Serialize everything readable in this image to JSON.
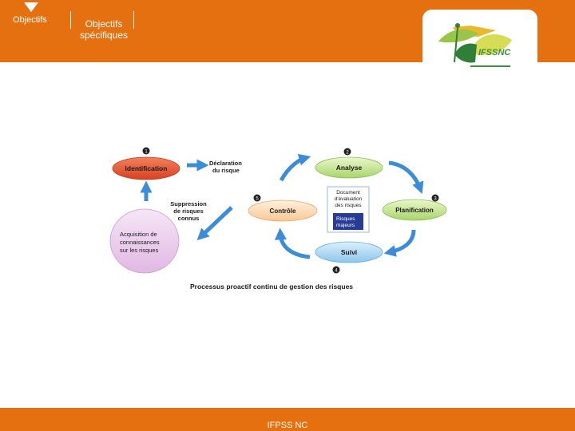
{
  "header": {
    "nav_item_1": "Objectifs",
    "nav_item_2": "Objectifs spécifiques"
  },
  "logo": {
    "text": "IFSSNC"
  },
  "diagram": {
    "step_numbers": [
      "1",
      "2",
      "3",
      "4",
      "5"
    ],
    "nodes": {
      "identification": "Identification",
      "analyse": "Analyse",
      "planification": "Planification",
      "suivi": "Suivi",
      "controle": "Contrôle",
      "acquisition": [
        "Acquisition de",
        "connaissances",
        "sur les risques"
      ]
    },
    "labels": {
      "declaration": [
        "Déclaration",
        "du risque"
      ],
      "suppression": [
        "Suppression",
        "de risques",
        "connus"
      ],
      "document": [
        "Document",
        "d'évaluation",
        "des risques"
      ],
      "risques_majeurs": [
        "Risques",
        "majeurs"
      ]
    },
    "caption": "Processus proactif continu de gestion des risques"
  },
  "footer": {
    "text": "IFPSS NC"
  },
  "colors": {
    "brand_orange": "#e4700f",
    "identification_fill": "#e8552a",
    "green_fill": "#cbe79c",
    "blue_fill": "#b5daf3",
    "lilac_fill": "#eacdeb",
    "arrow_blue": "#3c8cd7",
    "majeurs_box": "#283c96"
  }
}
